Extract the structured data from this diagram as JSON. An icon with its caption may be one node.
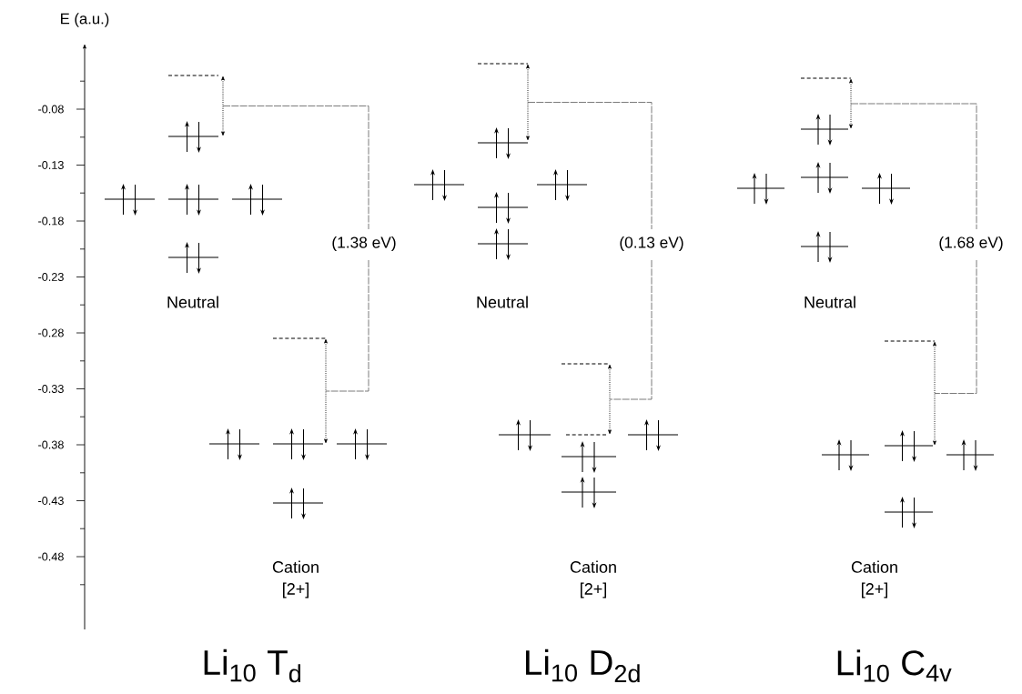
{
  "diagram": {
    "labels": [
      "E (a.u.)",
      "-0.08",
      "-0.13",
      "-0.18",
      "-0.23",
      "-0.28",
      "-0.33",
      "-0.38",
      "-0.43",
      "-0.48",
      "(1.38 eV)",
      "(0.13 eV)",
      "(1.68 eV)",
      "Neutral",
      "Neutral",
      "Neutral",
      "Cation [2+]",
      "Cation [2+]",
      "Cation [2+]",
      "Li$_{10}$ T$_{d}$",
      "Li$_{10}$ D$_{2d}$",
      "Li$_{10}$ C$_{4v}$"
    ]
  }
}
